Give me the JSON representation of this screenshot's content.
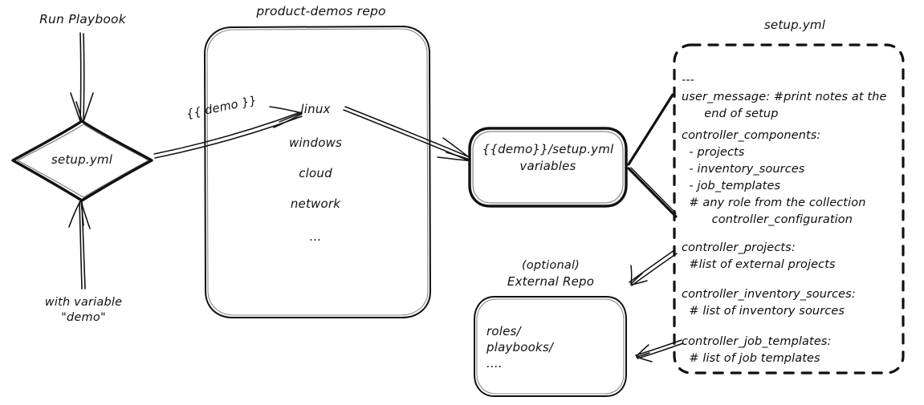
{
  "diagram": {
    "title": "Ansible product-demos setup.yml flow",
    "stroke_color": "#111111",
    "background": "#ffffff"
  },
  "nodes": {
    "run_playbook_label": "Run Playbook",
    "setup_diamond": "setup.yml",
    "with_variable_label_line1": "with variable",
    "with_variable_label_line2": "\"demo\"",
    "repo_title": "product-demos repo",
    "repo_items": [
      "linux",
      "windows",
      "cloud",
      "network",
      "..."
    ],
    "demo_edge_label": "{{ demo }}",
    "variables_box_line1": "{{demo}}/setup.yml",
    "variables_box_line2": "variables",
    "external_repo_title_line1": "(optional)",
    "external_repo_title_line2": "External Repo",
    "external_repo_items": [
      "roles/",
      "playbooks/",
      "...."
    ],
    "setup_yml_file_title": "setup.yml"
  },
  "setup_yml_content": {
    "block1": [
      "---",
      "user_message: #print notes at the",
      "      end of setup"
    ],
    "block2": [
      "controller_components:",
      "  - projects",
      "  - inventory_sources",
      "  - job_templates",
      "  # any role from the collection",
      "        controller_configuration"
    ],
    "block3": [
      "controller_projects:",
      "  #list of external projects"
    ],
    "block4": [
      "controller_inventory_sources:",
      "  # list of inventory sources"
    ],
    "block5": [
      "controller_job_templates:",
      "  # list of job templates"
    ]
  }
}
